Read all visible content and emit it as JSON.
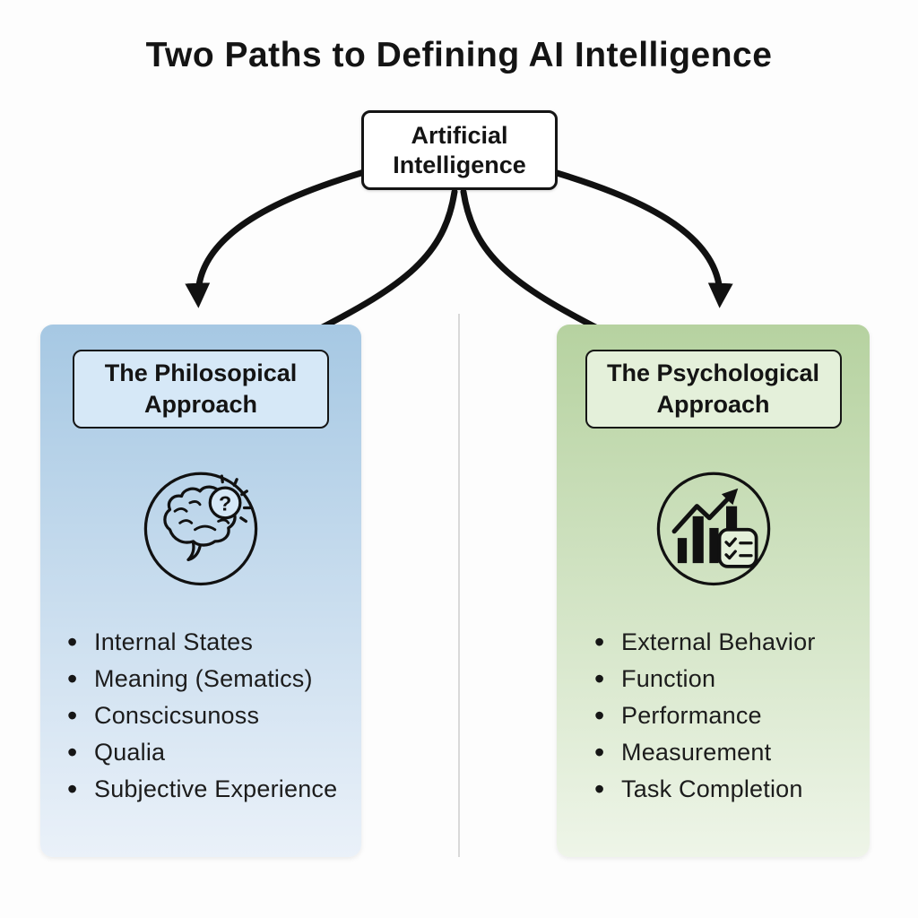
{
  "title": "Two Paths to Defining AI Intelligence",
  "root_node": {
    "label": "Artificial Intelligence"
  },
  "colors": {
    "background": "#fdfdfd",
    "ink": "#141414",
    "line": "#111111",
    "divider": "#d9d9d9",
    "left-top": "#a6c8e3",
    "left-bottom": "#eaf1f9",
    "left-header": "#d6e8f7",
    "right-top": "#b6d2a0",
    "right-bottom": "#eef5e8",
    "right-header": "#e4f0da"
  },
  "panels": {
    "left": {
      "heading": "The Philosopical Approach",
      "icon": "brain-question-icon",
      "icon_glyph": "?",
      "items": [
        "Internal States",
        "Meaning (Sematics)",
        "Conscicsunoss",
        "Qualia",
        "Subjective Experience"
      ]
    },
    "right": {
      "heading": "The Psychological Approach",
      "icon": "growth-chart-checklist-icon",
      "items": [
        "External Behavior",
        "Function",
        "Performance",
        "Measurement",
        "Task Completion"
      ]
    }
  }
}
